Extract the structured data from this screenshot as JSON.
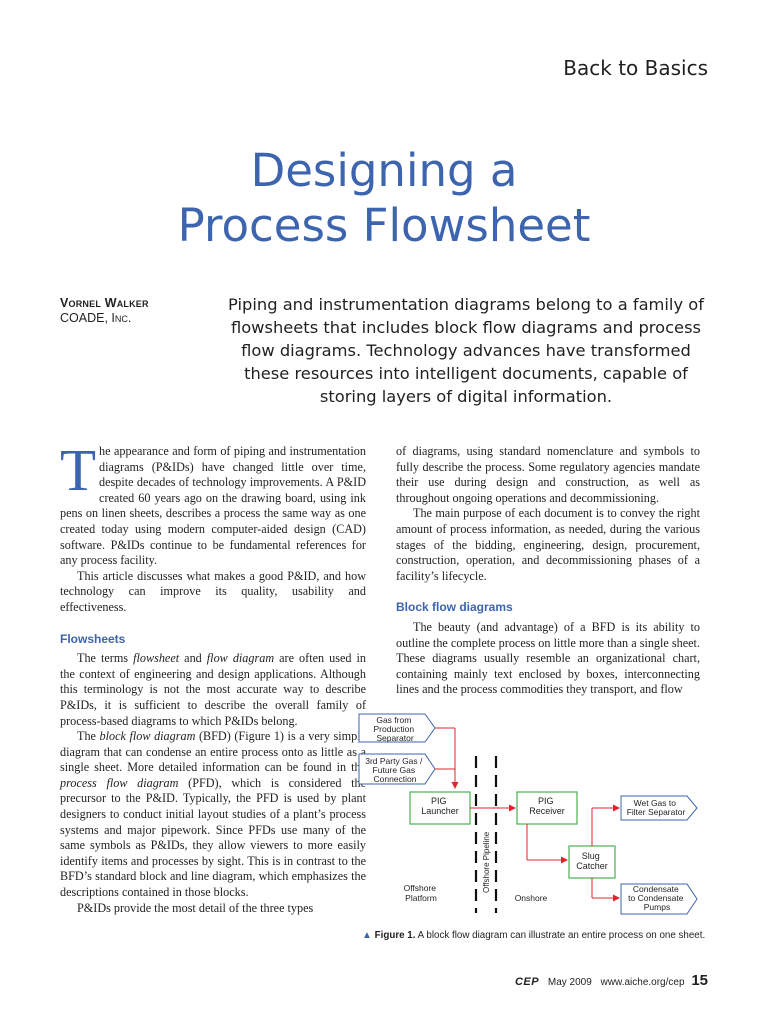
{
  "header": {
    "section": "Back to Basics"
  },
  "title": {
    "line1": "Designing a",
    "line2": "Process Flowsheet"
  },
  "author": {
    "name": "Vornel Walker",
    "org": "COADE, Inc."
  },
  "lede": "Piping and instrumentation diagrams belong to a family of flowsheets that includes block flow diagrams and process flow diagrams. Technology advances have transformed these resources into intelligent documents, capable of storing layers of digital information.",
  "body": {
    "dropcap": "T",
    "p1": "he appearance and form of piping and instrumentation diagrams (P&IDs) have changed little over time, despite decades of technology improvements. A P&ID created 60 years ago on the drawing board, using ink pens on linen sheets, describes a process the same way as one created today using modern computer-aided design (CAD) software. P&IDs continue to be fundamental references for any process facility.",
    "p2": "This article discusses what makes a good P&ID, and how technology can improve its quality, usability and effectiveness.",
    "h_flowsheets": "Flowsheets",
    "p3": {
      "a": "The terms ",
      "b": "flowsheet",
      "c": " and ",
      "d": "flow diagram",
      "e": " are often used in the context of engineering and design applications. Although this terminology is not the most accurate way to describe P&IDs, it is sufficient to describe the overall family of process-based diagrams to which P&IDs belong."
    },
    "p4": {
      "a": "The ",
      "b": "block flow diagram",
      "c": " (BFD) (Figure 1) is a very simple diagram that can condense an entire process onto as little as a single sheet. More detailed information can be found in the ",
      "d": "process flow diagram",
      "e": " (PFD), which is considered the precursor to the P&ID. Typically, the PFD is used by plant designers to conduct initial layout studies of a plant’s process systems and major pipework. Since PFDs use many of the same symbols as P&IDs, they allow viewers to more easily identify items and processes by sight. This is in contrast to the BFD’s standard block and line diagram, which emphasizes the descriptions contained in those blocks."
    },
    "p5": "P&IDs provide the most detail of the three types",
    "p6": "of diagrams, using standard nomenclature and symbols to fully describe the process. Some regulatory agencies mandate their use during design and construction, as well as throughout ongoing operations and decommissioning.",
    "p7": "The main purpose of each document is to convey the right amount of process information, as needed, during the various stages of the bidding, engineering, design, procurement, construction, operation, and decommissioning phases of a facility’s lifecycle.",
    "h_bfd": "Block flow diagrams",
    "p8": "The beauty (and advantage) of a BFD is its ability to outline the complete process on little more than a single sheet. These diagrams usually resemble an organizational chart, containing mainly text enclosed by boxes, interconnecting lines and the process commodities they transport, and flow"
  },
  "figure": {
    "gas_from": [
      "Gas from",
      "Production",
      "Separator"
    ],
    "third_party": [
      "3rd Party Gas /",
      "Future Gas",
      "Connection"
    ],
    "pig_launcher": [
      "PIG",
      "Launcher"
    ],
    "pig_receiver": [
      "PIG",
      "Receiver"
    ],
    "wet_gas": [
      "Wet Gas to",
      "Filter Separator"
    ],
    "slug_catcher": [
      "Slug",
      "Catcher"
    ],
    "condensate": [
      "Condensate",
      "to Condensate",
      "Pumps"
    ],
    "offshore_platform": [
      "Offshore",
      "Platform"
    ],
    "onshore": "Onshore",
    "pipeline": "Offshore Pipeline",
    "colors": {
      "arrow": "#e0242b",
      "box_green": "#4caf50",
      "box_blue": "#3d64ae"
    }
  },
  "caption": {
    "label": "Figure 1.",
    "text": " A block flow diagram can illustrate an entire process on one sheet."
  },
  "footer": {
    "journal": "CEP",
    "date": "May 2009",
    "url": "www.aiche.org/cep",
    "page": "15"
  }
}
